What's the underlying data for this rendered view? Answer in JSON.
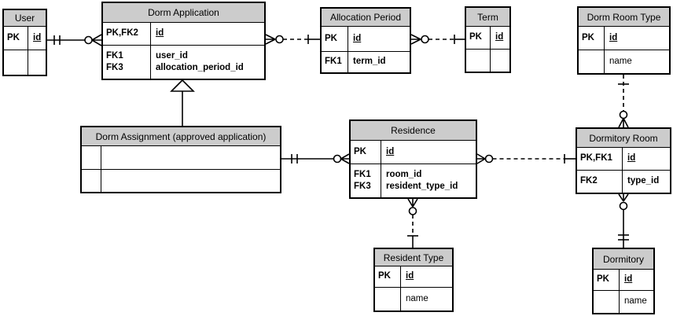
{
  "diagram": {
    "type": "entity-relationship",
    "colors": {
      "header_fill": "#cccccc",
      "border": "#000000",
      "background": "#ffffff"
    },
    "tables": {
      "user": {
        "title": "User",
        "rows": [
          {
            "k": "PK",
            "f": "id"
          },
          {
            "k": "",
            "f": ""
          }
        ]
      },
      "dorm_application": {
        "title": "Dorm Application",
        "rows": [
          {
            "k": "PK,FK2",
            "f": "id"
          },
          {
            "k": "FK1\nFK3",
            "f": "user_id\nallocation_period_id"
          }
        ]
      },
      "allocation_period": {
        "title": "Allocation Period",
        "rows": [
          {
            "k": "PK",
            "f": "id"
          },
          {
            "k": "FK1",
            "f": "term_id"
          }
        ]
      },
      "term": {
        "title": "Term",
        "rows": [
          {
            "k": "PK",
            "f": "id"
          },
          {
            "k": "",
            "f": ""
          }
        ]
      },
      "dorm_room_type": {
        "title": "Dorm Room Type",
        "rows": [
          {
            "k": "PK",
            "f": "id"
          },
          {
            "k": "",
            "f": "name"
          }
        ]
      },
      "dorm_assignment": {
        "title": "Dorm Assignment (approved application)",
        "rows": [
          {
            "k": "",
            "f": ""
          },
          {
            "k": "",
            "f": ""
          }
        ]
      },
      "residence": {
        "title": "Residence",
        "rows": [
          {
            "k": "PK",
            "f": "id"
          },
          {
            "k": "FK1\nFK3",
            "f": "room_id\nresident_type_id"
          }
        ]
      },
      "dormitory_room": {
        "title": "Dormitory Room",
        "rows": [
          {
            "k": "PK,FK1",
            "f": "id"
          },
          {
            "k": "FK2",
            "f": "type_id"
          }
        ]
      },
      "resident_type": {
        "title": "Resident Type",
        "rows": [
          {
            "k": "PK",
            "f": "id"
          },
          {
            "k": "",
            "f": "name"
          }
        ]
      },
      "dormitory": {
        "title": "Dormitory",
        "rows": [
          {
            "k": "PK",
            "f": "id"
          },
          {
            "k": "",
            "f": "name"
          }
        ]
      }
    },
    "relationships": [
      {
        "from": "User",
        "to": "Dorm Application",
        "from_cardinality": "one and only one",
        "to_cardinality": "zero or many",
        "line": "solid"
      },
      {
        "from": "Dorm Application",
        "to": "Allocation Period",
        "from_cardinality": "zero or many",
        "to_cardinality": "one",
        "line": "dashed"
      },
      {
        "from": "Allocation Period",
        "to": "Term",
        "from_cardinality": "zero or many",
        "to_cardinality": "one",
        "line": "dashed"
      },
      {
        "from": "Dorm Room Type",
        "to": "Dormitory Room",
        "from_cardinality": "one",
        "to_cardinality": "zero or many",
        "line": "dashed"
      },
      {
        "from": "Dorm Assignment (approved application)",
        "to": "Residence",
        "from_cardinality": "one and only one",
        "to_cardinality": "zero or many",
        "line": "solid"
      },
      {
        "from": "Residence",
        "to": "Dormitory Room",
        "from_cardinality": "zero or many",
        "to_cardinality": "one",
        "line": "dashed"
      },
      {
        "from": "Residence",
        "to": "Resident Type",
        "from_cardinality": "zero or many",
        "to_cardinality": "one",
        "line": "dashed"
      },
      {
        "from": "Dormitory Room",
        "to": "Dormitory",
        "from_cardinality": "zero or many",
        "to_cardinality": "one and only one",
        "line": "solid"
      },
      {
        "from": "Dorm Assignment (approved application)",
        "to": "Dorm Application",
        "type": "subtype (is-a)",
        "line": "solid"
      }
    ]
  }
}
